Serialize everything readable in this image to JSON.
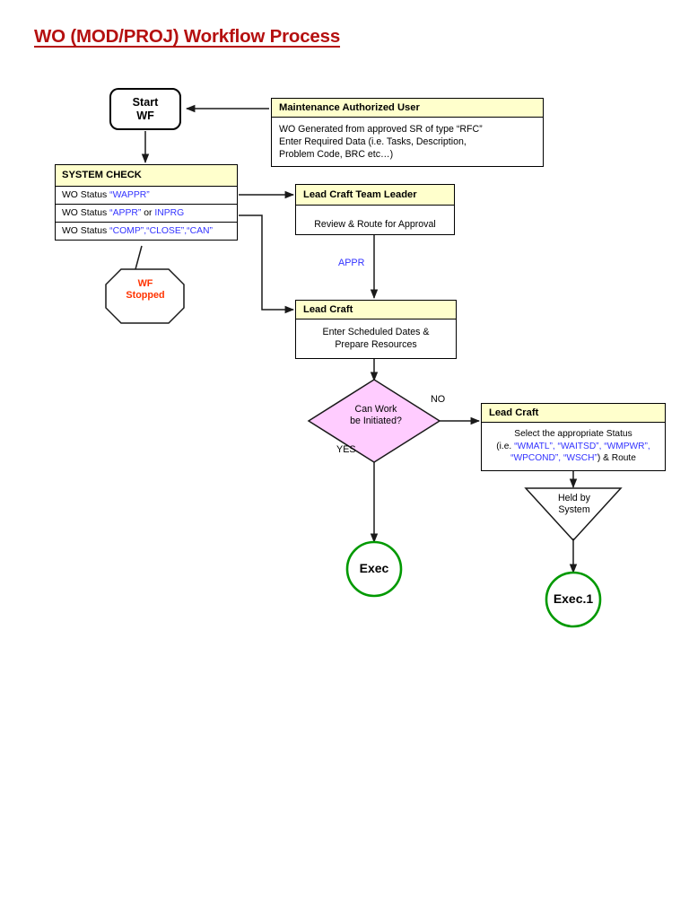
{
  "page": {
    "title": "WO (MOD/PROJ) Workflow Process",
    "title_color": "#b51010",
    "background": "#ffffff"
  },
  "colors": {
    "header_fill": "#ffffcc",
    "diamond_fill": "#ffccff",
    "status_blue": "#3333ff",
    "stop_red": "#ff3300",
    "terminator_green": "#009900",
    "border": "#000000"
  },
  "nodes": {
    "start": {
      "line1": "Start",
      "line2": "WF",
      "shape": "rounded-rectangle"
    },
    "maintenance_user": {
      "header": "Maintenance Authorized User",
      "body_lines": [
        "WO Generated from approved SR of type “RFC”",
        "Enter Required Data (i.e. Tasks, Description,",
        "Problem Code, BRC etc…)"
      ]
    },
    "system_check": {
      "header": "SYSTEM CHECK",
      "rows": [
        {
          "prefix": "WO Status ",
          "statuses": "“WAPPR”",
          "suffix": ""
        },
        {
          "prefix": "WO Status ",
          "statuses": "“APPR”",
          "mid": " or ",
          "statuses2": "INPRG",
          "suffix": ""
        },
        {
          "prefix": "WO Status ",
          "statuses": "“COMP”,“CLOSE”,“CAN”",
          "suffix": ""
        }
      ]
    },
    "wf_stopped": {
      "line1": "WF",
      "line2": "Stopped",
      "shape": "octagon"
    },
    "lead_craft_team_leader": {
      "header": "Lead Craft Team Leader",
      "body": "Review & Route for  Approval"
    },
    "lead_craft_schedule": {
      "header": "Lead Craft",
      "body_lines": [
        "Enter Scheduled Dates &",
        "Prepare Resources"
      ]
    },
    "decision": {
      "line1": "Can Work",
      "line2": "be Initiated?",
      "shape": "diamond"
    },
    "lead_craft_status": {
      "header": "Lead Craft",
      "body_line1": "Select the appropriate Status",
      "body_line2_prefix": "(i.e. ",
      "body_line2_statuses": "“WMATL”, “WAITSD”, “WMPWR”,",
      "body_line3_statuses": "“WPCOND”, “WSCH”",
      "body_line3_suffix": ") & Route"
    },
    "held_by_system": {
      "line1": "Held by",
      "line2": "System",
      "shape": "triangle-down"
    },
    "exec": {
      "label": "Exec",
      "shape": "circle"
    },
    "exec1": {
      "label": "Exec.1",
      "shape": "circle"
    }
  },
  "edges": {
    "appr_label": "APPR",
    "no_label": "NO",
    "yes_label": "YES"
  }
}
